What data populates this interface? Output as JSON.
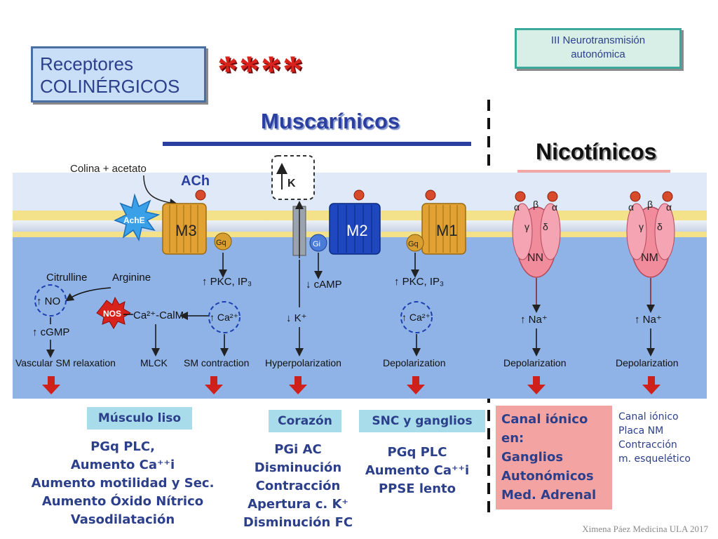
{
  "title_box": {
    "line1": "Receptores",
    "line2": "COLINÉRGICOS"
  },
  "stars": "****",
  "topic_box": {
    "line1": "III Neurotransmisión",
    "line2": "autonómica"
  },
  "headings": {
    "muscarinic": "Muscarínicos",
    "nicotinic": "Nicotínicos"
  },
  "diagram": {
    "colina": "Colina + acetato",
    "ach": "ACh",
    "k_label": "K",
    "ache": "AchE",
    "m3": "M3",
    "m2": "M2",
    "m1": "M1",
    "gq": "Gq",
    "gi": "Gi",
    "nn": "NN",
    "nm": "NM",
    "citrulline": "Citrulline",
    "arginine": "Arginine",
    "no": "↑ NO",
    "nos": "NOS",
    "camk": "Ca²⁺-CalM",
    "cgmp": "↑ cGMP",
    "pkc1": "↑ PKC, IP₃",
    "pkc2": "↑ PKC, IP₃",
    "ca1": "↑ Ca²⁺",
    "ca2": "↑ Ca²⁺",
    "camp": "↓ cAMP",
    "kdown": "↓ K⁺",
    "na1": "↑ Na⁺",
    "na2": "↑ Na⁺",
    "alpha": "α",
    "beta": "β",
    "gamma": "γ",
    "delta": "δ",
    "outcomes": [
      "Vascular SM relaxation",
      "MLCK",
      "SM contraction",
      "Hyperpolarization",
      "Depolarization",
      "Depolarization",
      "Depolarization"
    ]
  },
  "bottom": {
    "musculo": {
      "label": "Músculo liso",
      "lines": [
        "PGq PLC,",
        "Aumento Ca⁺⁺i",
        "Aumento motilidad y Sec.",
        "Aumento Óxido Nítrico",
        "Vasodilatación"
      ]
    },
    "corazon": {
      "label": "Corazón",
      "lines": [
        "PGi AC",
        "Disminución",
        "Contracción",
        "Apertura c. K⁺",
        "Disminución FC"
      ]
    },
    "snc": {
      "label": "SNC y ganglios",
      "lines": [
        "PGq PLC",
        "Aumento Ca⁺⁺i",
        "PPSE lento"
      ]
    },
    "canal": {
      "lines": [
        "Canal iónico",
        "en:",
        "Ganglios",
        "Autonómicos",
        "Med. Adrenal"
      ]
    },
    "nm_note": {
      "lines": [
        "Canal iónico",
        "Placa NM",
        "Contracción",
        "m. esquelético"
      ]
    }
  },
  "footer": "Ximena Páez Medicina ULA 2017",
  "colors": {
    "blue_text": "#2c3f8a",
    "membrane_bg": "#a9c3e8",
    "red_arrow": "#d0201c",
    "canal_box": "#f4a3a3",
    "label_box": "#a9dcea"
  }
}
